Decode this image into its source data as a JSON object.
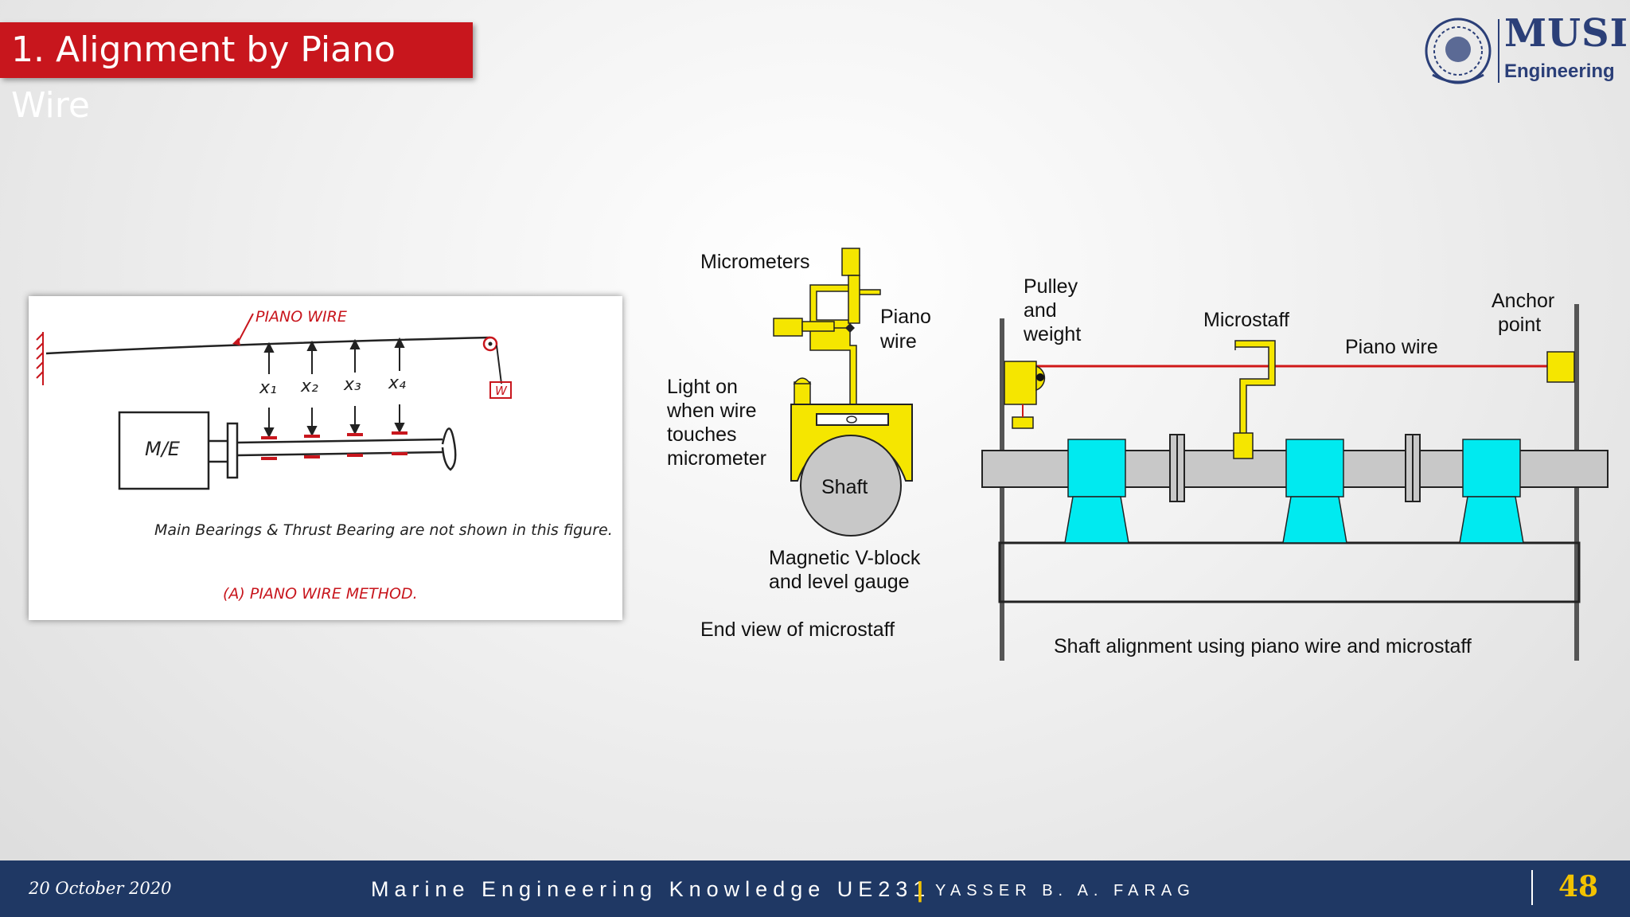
{
  "slide": {
    "title": "1. Alignment by Piano Wire",
    "logo": {
      "name": "MUSI",
      "subtitle": "Engineering"
    }
  },
  "sketch": {
    "label_piano_wire": "PIANO WIRE",
    "label_me": "M/E",
    "label_w": "W",
    "x_labels": [
      "x₁",
      "x₂",
      "x₃",
      "x₄"
    ],
    "note": "Main Bearings & Thrust Bearing are not shown in this figure.",
    "caption": "(A)  PIANO WIRE  METHOD."
  },
  "end_view": {
    "micrometers": "Micrometers",
    "piano_wire": [
      "Piano",
      "wire"
    ],
    "light": [
      "Light on",
      "when wire",
      "touches",
      "micrometer"
    ],
    "shaft": "Shaft",
    "vblock": [
      "Magnetic V-block",
      "and level gauge"
    ],
    "caption": "End view of microstaff"
  },
  "side_view": {
    "pulley": [
      "Pulley",
      "and",
      "weight"
    ],
    "microstaff": "Microstaff",
    "piano_wire": "Piano wire",
    "anchor": [
      "Anchor",
      "point"
    ],
    "caption": "Shaft alignment using piano wire and microstaff"
  },
  "colors": {
    "title_bg": "#c8161d",
    "footer_bg": "#1f3864",
    "accent": "#f2c200",
    "wire": "#d01818",
    "bearing": "#00eaf0",
    "fitting": "#f5e600"
  },
  "footer": {
    "date": "20 October 2020",
    "course": "Marine Engineering Knowledge UE231",
    "separator": "|",
    "author": "YASSER B. A. FARAG",
    "page": "48"
  }
}
